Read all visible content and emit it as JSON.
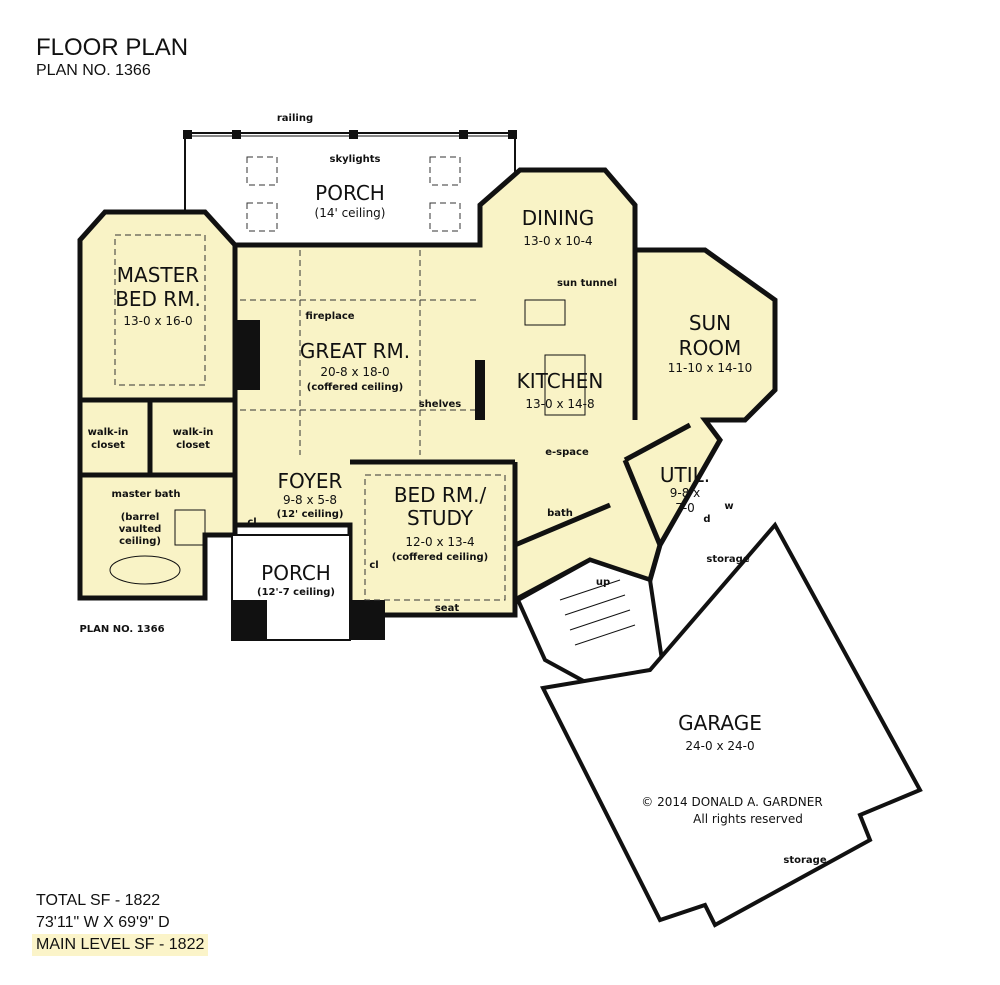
{
  "header": {
    "title": "FLOOR PLAN",
    "plan_no": "PLAN NO. 1366"
  },
  "stats": {
    "total_sf": "TOTAL SF - 1822",
    "dimensions": "73'11\" W X 69'9\" D",
    "main_level_sf": "MAIN LEVEL SF - 1822"
  },
  "colors": {
    "floor_fill": "#f9f3c6",
    "wall": "#111111",
    "highlight": "#fbf4c9"
  },
  "rooms": {
    "porch_rear": {
      "name": "PORCH",
      "dim": "(14' ceiling)"
    },
    "dining": {
      "name": "DINING",
      "dim": "13-0 x 10-4"
    },
    "master": {
      "name1": "MASTER",
      "name2": "BED RM.",
      "dim": "13-0 x 16-0"
    },
    "great": {
      "name": "GREAT RM.",
      "dim": "20-8 x 18-0",
      "ceiling": "(coffered ceiling)"
    },
    "sun": {
      "name1": "SUN",
      "name2": "ROOM",
      "dim": "11-10 x 14-10"
    },
    "kitchen": {
      "name": "KITCHEN",
      "dim": "13-0 x 14-8"
    },
    "foyer": {
      "name": "FOYER",
      "dim": "9-8 x 5-8",
      "ceiling": "(12' ceiling)"
    },
    "bed_study": {
      "name1": "BED RM./",
      "name2": "STUDY",
      "dim": "12-0 x 13-4",
      "ceiling": "(coffered ceiling)"
    },
    "util": {
      "name": "UTIL.",
      "dim1": "9-8 x",
      "dim2": "7-0"
    },
    "porch_front": {
      "name": "PORCH",
      "dim": "(12'-7 ceiling)"
    },
    "garage": {
      "name": "GARAGE",
      "dim": "24-0 x 24-0"
    }
  },
  "notes": {
    "railing": "railing",
    "skylights": "skylights",
    "fireplace": "fireplace",
    "sun_tunnel": "sun tunnel",
    "shelves": "shelves",
    "e_space": "e-space",
    "walkin1": "walk-in",
    "closet1": "closet",
    "walkin2": "walk-in",
    "closet2": "closet",
    "master_bath": "master bath",
    "barrel1": "(barrel",
    "barrel2": "vaulted",
    "barrel3": "ceiling)",
    "cl1": "cl",
    "cl2": "cl",
    "bath": "bath",
    "seat": "seat",
    "up": "up",
    "storage1": "storage",
    "storage2": "storage",
    "d": "d",
    "w": "w",
    "plan_no_inline": "PLAN NO. 1366",
    "copyright": "© 2014 DONALD A. GARDNER",
    "rights": "All rights reserved"
  }
}
